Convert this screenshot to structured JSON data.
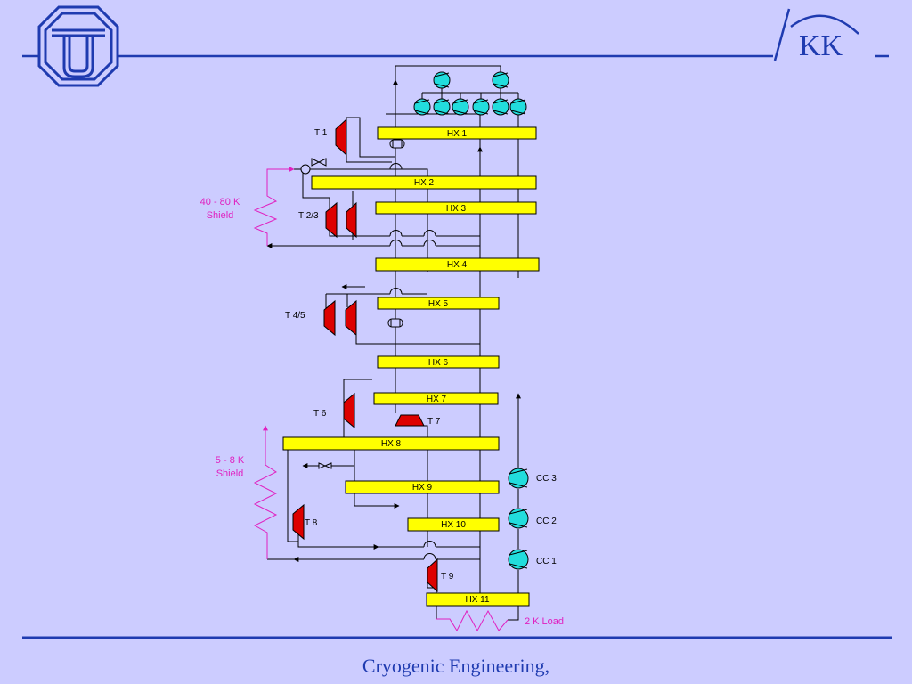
{
  "logo_right": {
    "text": "KK"
  },
  "footer": {
    "title": "Cryogenic Engineering,"
  },
  "colors": {
    "background": "#ccccff",
    "brand_blue": "#1f3bb0",
    "hx_fill": "#ffff00",
    "turbine_red": "#dd0000",
    "compressor_cyan": "#22dddd",
    "shield_magenta": "#e020c0"
  },
  "diagram": {
    "heat_exchangers": [
      "HX 1",
      "HX 2",
      "HX 3",
      "HX 4",
      "HX 5",
      "HX 6",
      "HX 7",
      "HX 8",
      "HX 9",
      "HX 10",
      "HX 11"
    ],
    "turbines": [
      "T 1",
      "T 2/3",
      "T 4/5",
      "T 6",
      "T 7",
      "T 8",
      "T 9"
    ],
    "compressors": [
      "CC 3",
      "CC 2",
      "CC 1"
    ],
    "shields": {
      "warm": [
        "40 - 80 K",
        "Shield"
      ],
      "cold": [
        "5 - 8 K",
        "Shield"
      ]
    },
    "load": "2 K Load"
  }
}
